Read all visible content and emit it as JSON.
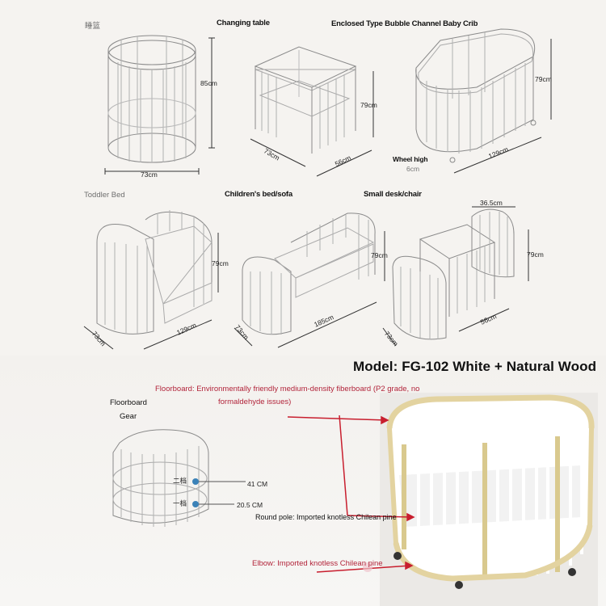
{
  "sections": {
    "cradle": {
      "title": "睡篮",
      "height": "85cm",
      "width": "73cm"
    },
    "changing_table": {
      "title": "Changing table",
      "height": "79cm",
      "depth": "73cm",
      "width": "56cm"
    },
    "enclosed_crib": {
      "title": "Enclosed Type Bubble Channel Baby Crib",
      "height": "79cm",
      "length": "129cm",
      "wheel_label": "Wheel high",
      "wheel_value": "6cm"
    },
    "toddler_bed": {
      "title": "Toddler Bed",
      "height": "79cm",
      "width": "73cm",
      "length": "129cm"
    },
    "childrens_bed": {
      "title": "Children's bed/sofa",
      "height": "79cm",
      "width": "73cm",
      "length": "185cm"
    },
    "desk_chair": {
      "title": "Small desk/chair",
      "chair_width": "36.5cm",
      "height": "79cm",
      "width": "73cm",
      "depth": "56cm"
    }
  },
  "model": "Model: FG-102 White + Natural Wood",
  "floorboard": {
    "title_line1": "Floorboard",
    "title_line2": "Gear",
    "gear2_label": "二档",
    "gear2_value": "41 CM",
    "gear1_label": "一档",
    "gear1_value": "20.5 CM"
  },
  "annotations": {
    "floorboard_note_line1": "Floorboard: Environmentally friendly medium-density fiberboard (P2 grade, no",
    "floorboard_note_line2": "formaldehyde issues)",
    "round_pole": "Round pole: Imported knotless Chilean pine",
    "elbow": "Elbow: Imported knotless Chilean pine"
  },
  "colors": {
    "annotation_red": "#b2243a",
    "wood": "#e8d9a8",
    "dot_blue": "#3b82b8"
  }
}
